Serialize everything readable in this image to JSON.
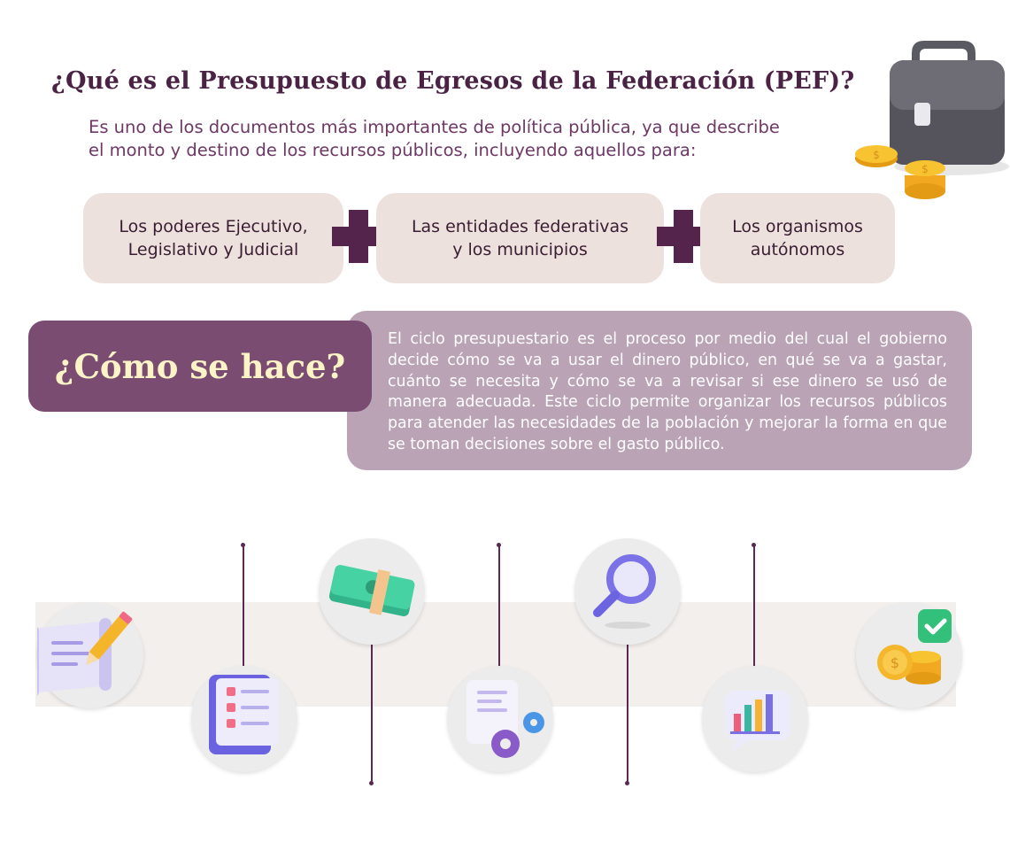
{
  "title": "¿Qué es el Presupuesto de Egresos de la Federación (PEF)?",
  "intro": [
    "Es uno de los documentos más importantes de política pública, ya que describe",
    "el monto y destino de los recursos públicos, incluyendo aquellos para:"
  ],
  "categories": [
    {
      "line1": "Los poderes Ejecutivo,",
      "line2": "Legislativo y Judicial"
    },
    {
      "line1": "Las entidades federativas",
      "line2": "y los municipios"
    },
    {
      "line1": "Los organismos",
      "line2": "autónomos"
    }
  ],
  "how": {
    "heading": "¿Cómo se hace?",
    "text": "El ciclo presupuestario es el proceso por medio del cual el gobierno decide cómo se va a usar el dinero público, en qué se va a gastar, cuánto se necesita y cómo se va a revisar si ese dinero se usó de manera adecuada. Este ciclo permite organizar los recursos públicos para atender las necesidades de la población y mejorar la forma en que se toman decisiones sobre el gasto público."
  },
  "colors": {
    "title": "#4a2344",
    "accent": "#7b4c72",
    "panel": "#b9a3b5",
    "category_bg": "#ede1dd",
    "heading_text": "#fcf4c6"
  },
  "cycle_icons": [
    "planning-scroll-pencil-icon",
    "checklist-icon",
    "money-stack-icon",
    "document-gears-icon",
    "magnifier-icon",
    "bar-chart-bubble-icon",
    "coins-check-icon"
  ]
}
